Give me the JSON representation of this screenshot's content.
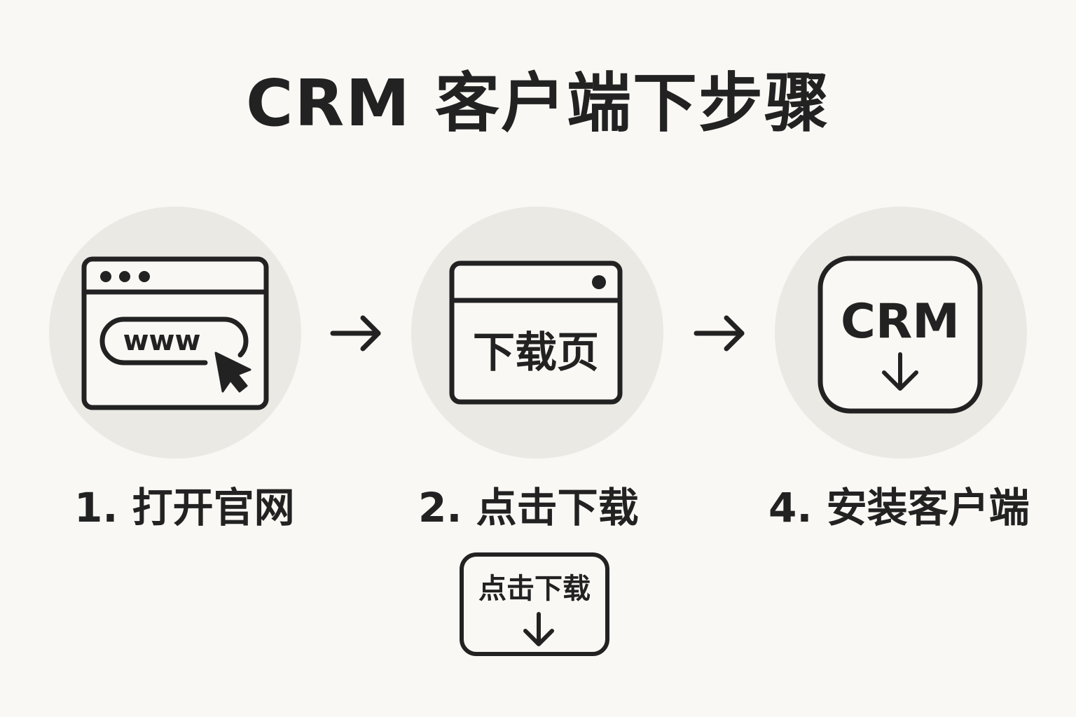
{
  "title": "CRM 客户端下步骤",
  "colors": {
    "background": "#faf8f4",
    "circle": "#ebe9e4",
    "ink": "#222222"
  },
  "steps": [
    {
      "label": "1. 打开官网",
      "icon": "browser-window-url-cursor-icon",
      "icon_text": "www"
    },
    {
      "label": "2. 点击下载",
      "icon": "download-page-window-icon",
      "icon_text": "下载页"
    },
    {
      "label": "4. 安装客户端",
      "icon": "crm-app-download-icon",
      "icon_text": "CRM"
    }
  ],
  "connectors": [
    "arrow-right-icon",
    "arrow-right-icon"
  ],
  "download_button": {
    "label": "点击下载",
    "icon": "arrow-down-icon"
  }
}
